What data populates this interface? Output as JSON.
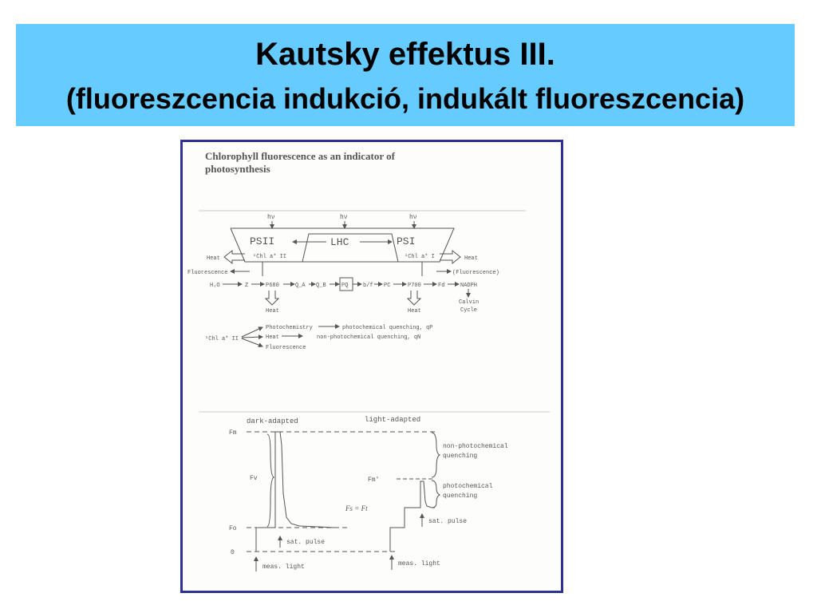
{
  "slide": {
    "title": "Kautsky effektus III.",
    "subtitle": "(fluoreszcencia indukció, indukált fluoreszcencia)"
  },
  "figure": {
    "heading_line1": "Chlorophyll fluorescence as an indicator of",
    "heading_line2": "photosynthesis",
    "scheme": {
      "hv": "hν",
      "psii": "PSII",
      "lhc": "LHC",
      "psi": "PSI",
      "chl_psii": "¹Chl a* II",
      "chl_psi": "¹Chl a* I",
      "heat": "Heat",
      "fluorescence": "Fluorescence",
      "fluorescence_paren": "(Fluorescence)",
      "h2o": "H₂O",
      "z": "Z",
      "p680": "P680",
      "qa": "Q_A",
      "qb": "Q_B",
      "pq": "PQ",
      "bf": "b/f",
      "pc": "PC",
      "p700": "P700",
      "fd": "Fd",
      "nadph": "NADPH",
      "calvin": "Calvin",
      "cycle": "Cycle"
    },
    "pathways": {
      "source": "¹Chl a* II",
      "photochemistry": "Photochemistry",
      "photochemical_quenching": "photochemical quenching, qP",
      "heat": "Heat",
      "nonphotochemical_quenching": "non-photochemical quenching, qN",
      "fluorescence": "Fluorescence"
    },
    "trace": {
      "dark_adapted": "dark-adapted",
      "light_adapted": "light-adapted",
      "fm": "Fm",
      "fv": "Fv",
      "fo": "Fo",
      "zero": "0",
      "fm_prime": "Fm'",
      "ft": "Fs = Ft",
      "sat_pulse": "sat. pulse",
      "meas_light": "meas. light",
      "nonphoto_1": "non-photochemical",
      "nonphoto_2": "quenching",
      "photo_1": "photochemical",
      "photo_2": "quenching"
    }
  },
  "colors": {
    "banner": "#66ccff",
    "frame_border": "#2e3192",
    "ink": "#555555"
  }
}
